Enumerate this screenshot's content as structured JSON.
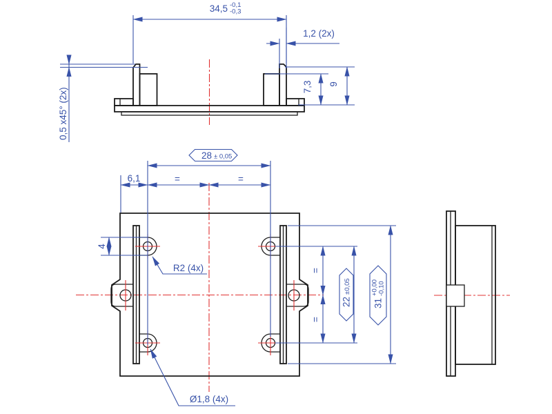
{
  "drawing_type": "mechanical part drawing, three orthographic views",
  "colors": {
    "dimension_blue": "#3852a8",
    "part_outline_black": "#1c1c1c",
    "centerline_red": "#e03131",
    "background": "#ffffff"
  },
  "front_view": {
    "overall_width": {
      "value": "34,5",
      "tol_upper": "-0,1",
      "tol_lower": "-0,3"
    },
    "rail_thickness": {
      "label": "1,2 (2x)"
    },
    "chamfer": {
      "label": "0,5 x45° (2x)"
    },
    "block_height": {
      "value": "7,3"
    },
    "total_height": {
      "value": "9"
    }
  },
  "plan_view": {
    "hole_pitch_horizontal": {
      "value": "28",
      "tolerance": "± 0,05"
    },
    "edge_offset": {
      "value": "6,1"
    },
    "equal_spacing_top": {
      "left": "=",
      "right": "="
    },
    "equal_spacing_right": {
      "upper": "=",
      "lower": "="
    },
    "tab_width": {
      "value": "4"
    },
    "tab_radius": {
      "label": "R2 (4x)"
    },
    "hole_diameter": {
      "label": "Ø1,8 (4x)"
    },
    "hole_pitch_vertical": {
      "value": "22",
      "tolerance": "±0,05"
    },
    "rail_length": {
      "value": "31",
      "tol_upper": "+0,00",
      "tol_lower": "-0,10"
    }
  }
}
